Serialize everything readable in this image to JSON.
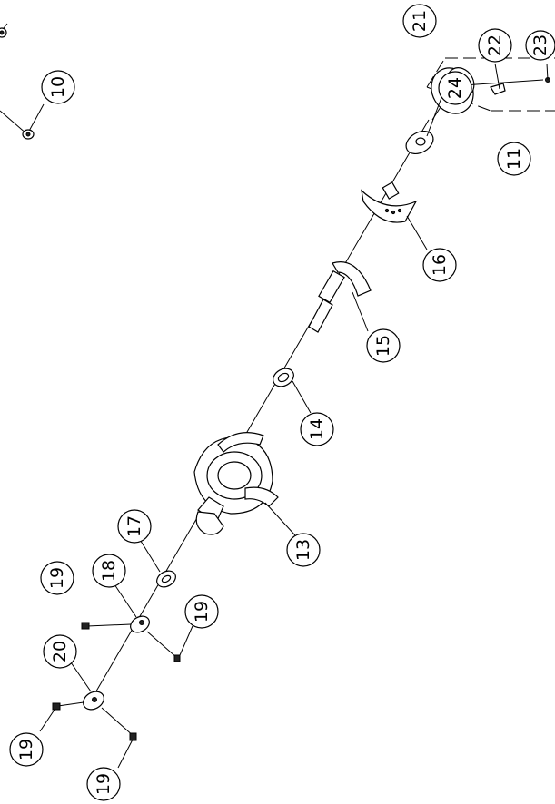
{
  "callouts": [
    {
      "id": "p10",
      "label": "10"
    },
    {
      "id": "p21",
      "label": "21"
    },
    {
      "id": "p22",
      "label": "22"
    },
    {
      "id": "p23",
      "label": "23"
    },
    {
      "id": "p24",
      "label": "24"
    },
    {
      "id": "p11",
      "label": "11"
    },
    {
      "id": "p16",
      "label": "16"
    },
    {
      "id": "p15",
      "label": "15"
    },
    {
      "id": "p14",
      "label": "14"
    },
    {
      "id": "p13",
      "label": "13"
    },
    {
      "id": "p17",
      "label": "17"
    },
    {
      "id": "p18",
      "label": "18"
    },
    {
      "id": "p19a",
      "label": "19"
    },
    {
      "id": "p19b",
      "label": "19"
    },
    {
      "id": "p20",
      "label": "20"
    },
    {
      "id": "p19c",
      "label": "19"
    },
    {
      "id": "p19d",
      "label": "19"
    }
  ]
}
